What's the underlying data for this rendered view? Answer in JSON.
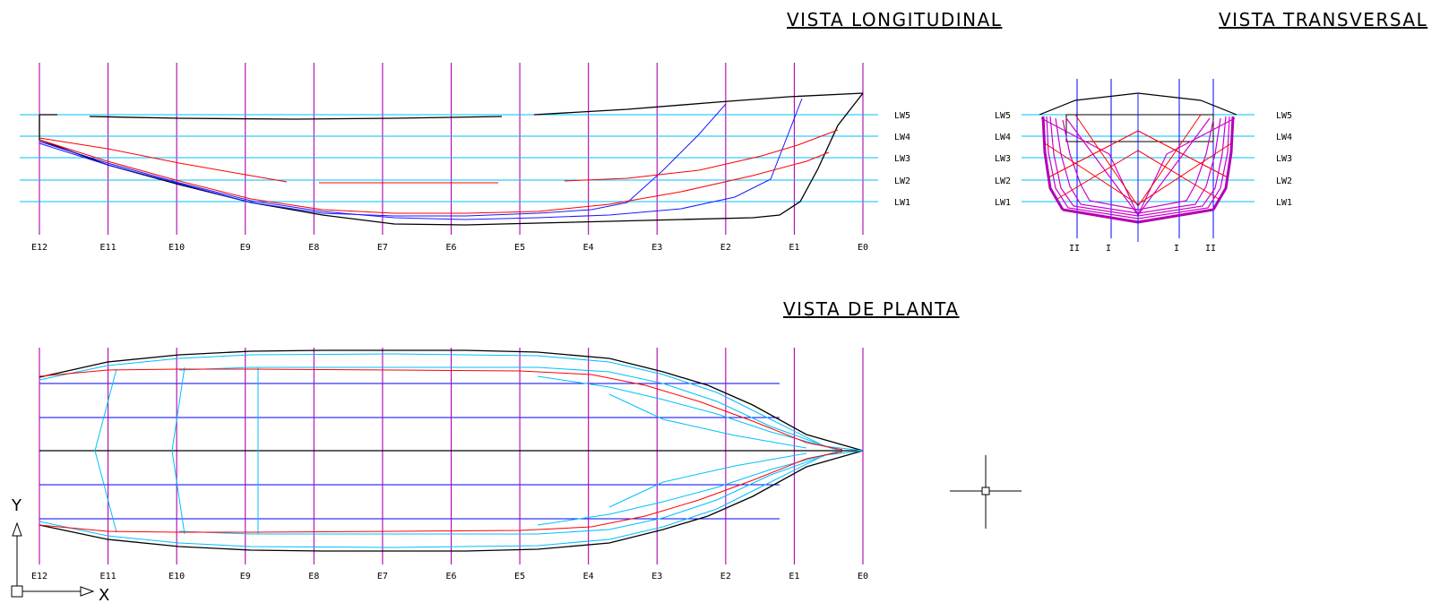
{
  "titles": {
    "longitudinal": "VISTA LONGITUDINAL",
    "transversal": "VISTA TRANSVERSAL",
    "planta": "VISTA DE PLANTA"
  },
  "stations": [
    "E12",
    "E11",
    "E10",
    "E9",
    "E8",
    "E7",
    "E6",
    "E5",
    "E4",
    "E3",
    "E2",
    "E1",
    "E0"
  ],
  "waterlines": [
    "LW5",
    "LW4",
    "LW3",
    "LW2",
    "LW1"
  ],
  "buttocks": [
    "II",
    "I",
    "I",
    "II"
  ],
  "ucs": {
    "x_label": "X",
    "y_label": "Y"
  },
  "colors": {
    "stations": "#b300b3",
    "waterlines": "#00bfff",
    "sheer": "#000000",
    "diagonals": "#ff0000",
    "buttock_lines": "#0000ff",
    "sections": "#cc00cc",
    "centerline": "#000000"
  },
  "icons": {
    "cursor": "crosshair-cursor-icon",
    "ucs": "ucs-axis-icon"
  }
}
